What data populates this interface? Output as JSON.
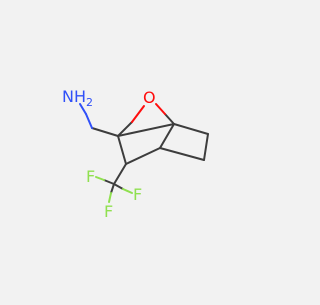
{
  "molecule": {
    "atoms": {
      "amine": {
        "text": "NH",
        "subscript": "2",
        "color": "#3050f8"
      },
      "oxygen": {
        "text": "O",
        "color": "#ff0d0d"
      },
      "fluorine_1": {
        "text": "F",
        "color": "#90e050"
      },
      "fluorine_2": {
        "text": "F",
        "color": "#90e050"
      },
      "fluorine_3": {
        "text": "F",
        "color": "#90e050"
      }
    },
    "bond_color": "#3d3d3d",
    "background": "#f2f2f2"
  }
}
